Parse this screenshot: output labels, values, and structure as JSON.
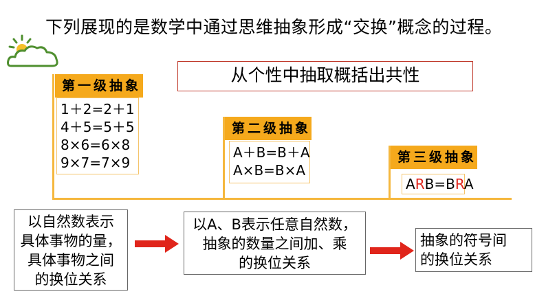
{
  "title": "下列展现的是数学中通过思维抽象形成“交换”概念的过程。",
  "summary": "从个性中抽取概括出共性",
  "levels": [
    {
      "label": "第一级抽象",
      "lines": [
        "1＋2=2＋1",
        "4＋5=5＋5",
        "8×6=6×8",
        "9×7=7×9"
      ]
    },
    {
      "label": "第二级抽象",
      "lines": [
        "A＋B=B＋A",
        "A×B=B×A"
      ]
    },
    {
      "label": "第三级抽象",
      "formula": {
        "a1": "A",
        "r1": "R",
        "b1": "B",
        "eq": "=",
        "b2": "B",
        "r2": "R",
        "a2": "A"
      }
    }
  ],
  "steps": [
    {
      "lines": [
        "以自然数表示",
        "具体事物的量，",
        "具体事物之间",
        "的换位关系"
      ]
    },
    {
      "lines": [
        "以A、B表示任意自然数，",
        "抽象的数量之间加、乘",
        "的换位关系"
      ]
    },
    {
      "lines": [
        "抽象的符号间",
        "的换位关系"
      ]
    }
  ],
  "colors": {
    "accent_orange": "#f5a91c",
    "arrow_red": "#e0251b",
    "summary_border": "#c0392b",
    "cloud_green": "#4f8f2f"
  },
  "icons": {
    "decor": "sun-cloud-icon",
    "arrow": "right-arrow-icon"
  }
}
